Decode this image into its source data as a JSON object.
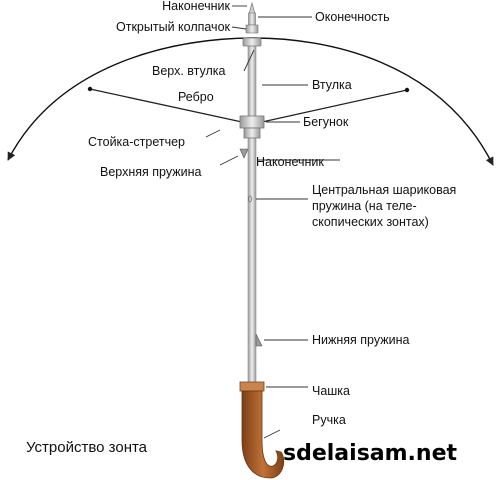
{
  "labels": {
    "tip_top": "Наконечник",
    "open_cap": "Открытый колпачок",
    "ferrule": "Оконечность",
    "top_notch": "Верх. втулка",
    "rib": "Ребро",
    "notch": "Втулка",
    "stretcher": "Стойка-стретчер",
    "runner": "Бегунок",
    "top_spring": "Верхняя пружина",
    "tip_runner": "Наконечник",
    "central_spring_1": "Центральная шариковая",
    "central_spring_2": "пружина (на теле-",
    "central_spring_3": "скопических зонтах)",
    "bottom_spring": "Нижняя пружина",
    "cup": "Чашка",
    "handle": "Ручка"
  },
  "caption": "Устройство зонта",
  "watermark": "sdelaisam.net",
  "colors": {
    "handle": "#b0622a",
    "handle_dark": "#7d3f16",
    "cup": "#c8864e",
    "shaft": "#d6d6d6",
    "shaft_edge": "#8e8e8e",
    "leader": "#333333"
  }
}
